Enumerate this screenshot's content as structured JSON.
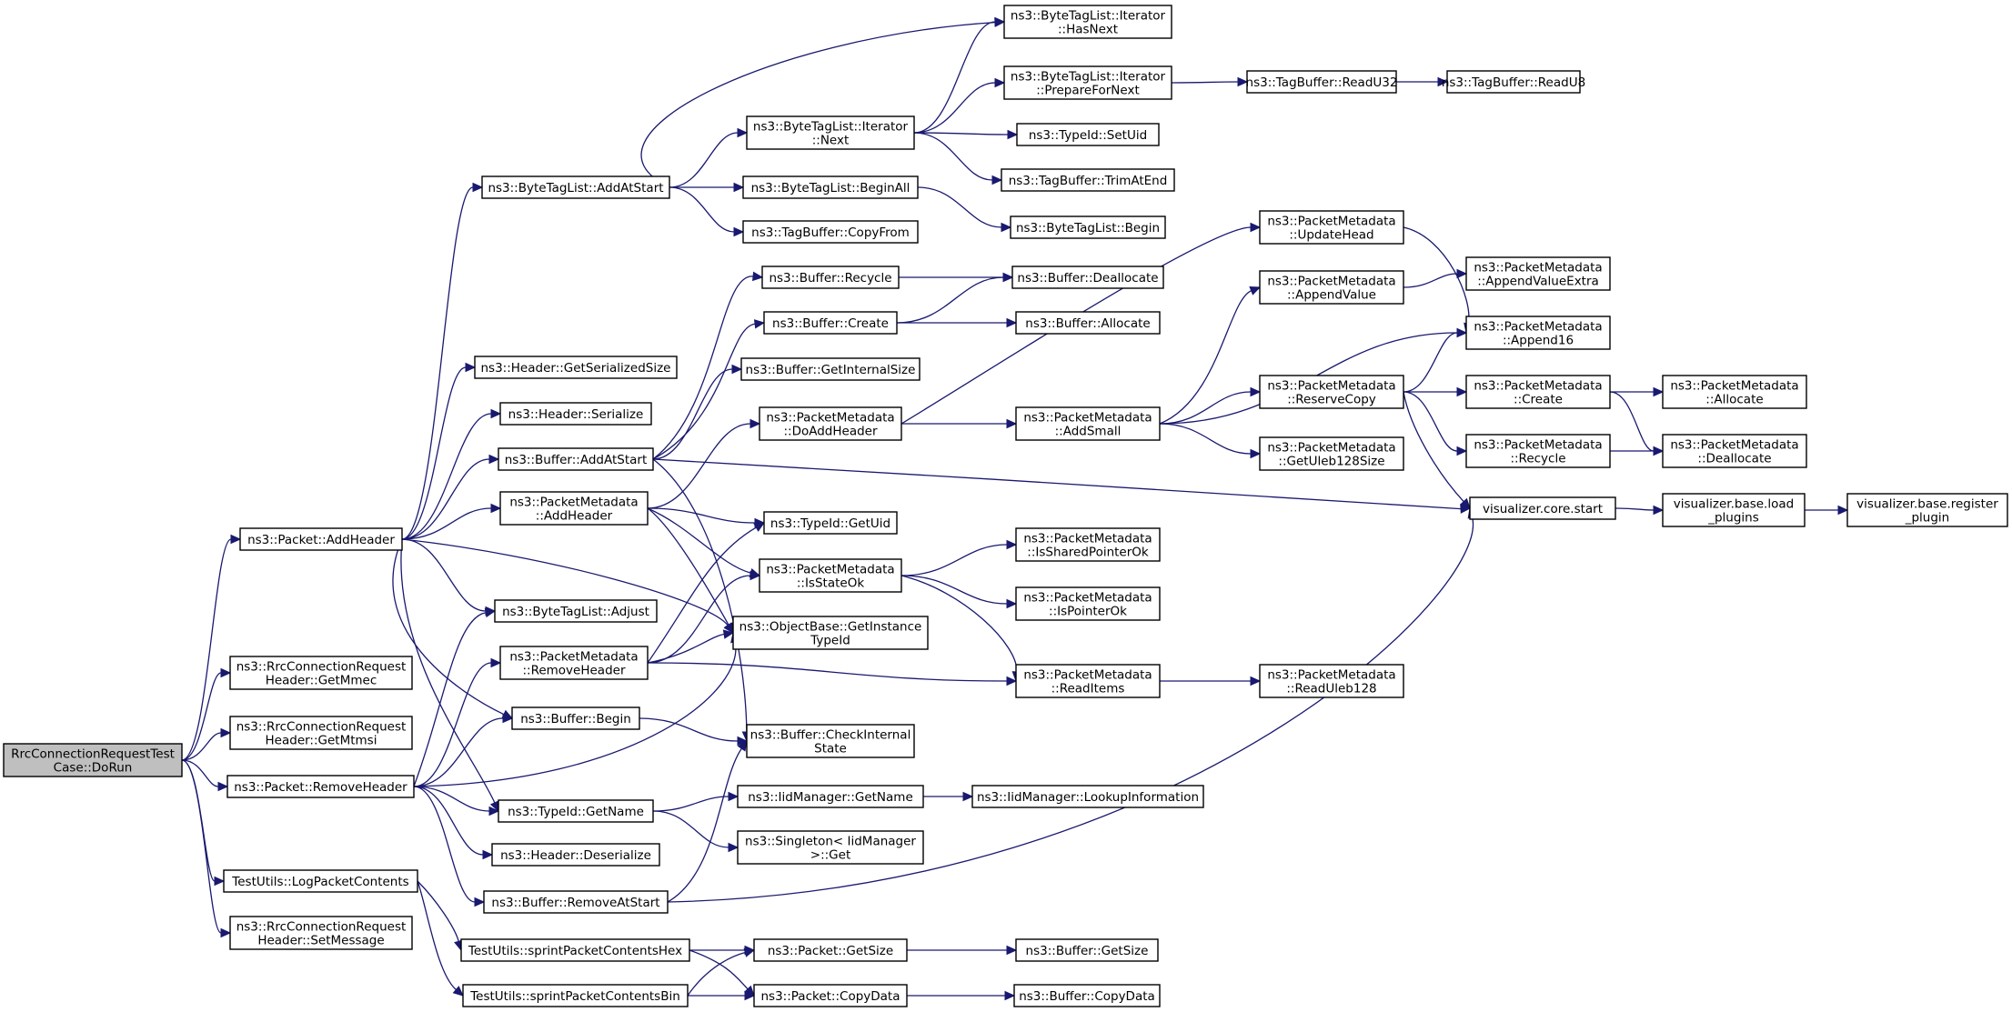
{
  "diagram": {
    "type": "call-graph",
    "colors": {
      "edge": "#191970",
      "root_fill": "#bfbfbf",
      "node_fill": "#ffffff",
      "node_border": "#000000"
    },
    "nodes": [
      {
        "id": "root",
        "lines": [
          "RrcConnectionRequestTest",
          "Case::DoRun"
        ],
        "root": true
      },
      {
        "id": "pkt_addheader",
        "lines": [
          "ns3::Packet::AddHeader"
        ]
      },
      {
        "id": "getmmec",
        "lines": [
          "ns3::RrcConnectionRequest",
          "Header::GetMmec"
        ]
      },
      {
        "id": "getmtmsi",
        "lines": [
          "ns3::RrcConnectionRequest",
          "Header::GetMtmsi"
        ]
      },
      {
        "id": "pkt_removeheader",
        "lines": [
          "ns3::Packet::RemoveHeader"
        ]
      },
      {
        "id": "logpkt",
        "lines": [
          "TestUtils::LogPacketContents"
        ]
      },
      {
        "id": "setmessage",
        "lines": [
          "ns3::RrcConnectionRequest",
          "Header::SetMessage"
        ]
      },
      {
        "id": "btl_addatstart",
        "lines": [
          "ns3::ByteTagList::AddAtStart"
        ]
      },
      {
        "id": "hdr_getsersize",
        "lines": [
          "ns3::Header::GetSerializedSize"
        ]
      },
      {
        "id": "hdr_serialize",
        "lines": [
          "ns3::Header::Serialize"
        ]
      },
      {
        "id": "buf_addatstart",
        "lines": [
          "ns3::Buffer::AddAtStart"
        ]
      },
      {
        "id": "pm_addheader",
        "lines": [
          "ns3::PacketMetadata",
          "::AddHeader"
        ]
      },
      {
        "id": "btl_adjust",
        "lines": [
          "ns3::ByteTagList::Adjust"
        ]
      },
      {
        "id": "pm_removeheader",
        "lines": [
          "ns3::PacketMetadata",
          "::RemoveHeader"
        ]
      },
      {
        "id": "buf_begin",
        "lines": [
          "ns3::Buffer::Begin"
        ]
      },
      {
        "id": "typeid_getname",
        "lines": [
          "ns3::TypeId::GetName"
        ]
      },
      {
        "id": "hdr_deserialize",
        "lines": [
          "ns3::Header::Deserialize"
        ]
      },
      {
        "id": "buf_removeatstart",
        "lines": [
          "ns3::Buffer::RemoveAtStart"
        ]
      },
      {
        "id": "sprint_hex",
        "lines": [
          "TestUtils::sprintPacketContentsHex"
        ]
      },
      {
        "id": "sprint_bin",
        "lines": [
          "TestUtils::sprintPacketContentsBin"
        ]
      },
      {
        "id": "btli_next",
        "lines": [
          "ns3::ByteTagList::Iterator",
          "::Next"
        ]
      },
      {
        "id": "btl_beginall",
        "lines": [
          "ns3::ByteTagList::BeginAll"
        ]
      },
      {
        "id": "tb_copyfrom",
        "lines": [
          "ns3::TagBuffer::CopyFrom"
        ]
      },
      {
        "id": "buf_recycle",
        "lines": [
          "ns3::Buffer::Recycle"
        ]
      },
      {
        "id": "buf_create",
        "lines": [
          "ns3::Buffer::Create"
        ]
      },
      {
        "id": "buf_getinternalsize",
        "lines": [
          "ns3::Buffer::GetInternalSize"
        ]
      },
      {
        "id": "pm_doaddheader",
        "lines": [
          "ns3::PacketMetadata",
          "::DoAddHeader"
        ]
      },
      {
        "id": "typeid_getuid",
        "lines": [
          "ns3::TypeId::GetUid"
        ]
      },
      {
        "id": "pm_isstateok",
        "lines": [
          "ns3::PacketMetadata",
          "::IsStateOk"
        ]
      },
      {
        "id": "ob_getinstancetypeid",
        "lines": [
          "ns3::ObjectBase::GetInstance",
          "TypeId"
        ]
      },
      {
        "id": "buf_checkinternalstate",
        "lines": [
          "ns3::Buffer::CheckInternal",
          "State"
        ]
      },
      {
        "id": "iid_getname",
        "lines": [
          "ns3::IidManager::GetName"
        ]
      },
      {
        "id": "singleton_get",
        "lines": [
          "ns3::Singleton< IidManager",
          ">::Get"
        ]
      },
      {
        "id": "pkt_getsize",
        "lines": [
          "ns3::Packet::GetSize"
        ]
      },
      {
        "id": "pkt_copydata",
        "lines": [
          "ns3::Packet::CopyData"
        ]
      },
      {
        "id": "btli_hasnext",
        "lines": [
          "ns3::ByteTagList::Iterator",
          "::HasNext"
        ]
      },
      {
        "id": "btli_preparefornext",
        "lines": [
          "ns3::ByteTagList::Iterator",
          "::PrepareForNext"
        ]
      },
      {
        "id": "typeid_setuid",
        "lines": [
          "ns3::TypeId::SetUid"
        ]
      },
      {
        "id": "tb_trimatend",
        "lines": [
          "ns3::TagBuffer::TrimAtEnd"
        ]
      },
      {
        "id": "btl_begin",
        "lines": [
          "ns3::ByteTagList::Begin"
        ]
      },
      {
        "id": "buf_deallocate",
        "lines": [
          "ns3::Buffer::Deallocate"
        ]
      },
      {
        "id": "buf_allocate",
        "lines": [
          "ns3::Buffer::Allocate"
        ]
      },
      {
        "id": "pm_addsmall",
        "lines": [
          "ns3::PacketMetadata",
          "::AddSmall"
        ]
      },
      {
        "id": "pm_issharedpointerok",
        "lines": [
          "ns3::PacketMetadata",
          "::IsSharedPointerOk"
        ]
      },
      {
        "id": "pm_ispointerok",
        "lines": [
          "ns3::PacketMetadata",
          "::IsPointerOk"
        ]
      },
      {
        "id": "pm_readitems",
        "lines": [
          "ns3::PacketMetadata",
          "::ReadItems"
        ]
      },
      {
        "id": "iid_lookupinformation",
        "lines": [
          "ns3::IidManager::LookupInformation"
        ]
      },
      {
        "id": "buf_getsize",
        "lines": [
          "ns3::Buffer::GetSize"
        ]
      },
      {
        "id": "buf_copydata",
        "lines": [
          "ns3::Buffer::CopyData"
        ]
      },
      {
        "id": "tb_readu32",
        "lines": [
          "ns3::TagBuffer::ReadU32"
        ]
      },
      {
        "id": "tb_readu8",
        "lines": [
          "ns3::TagBuffer::ReadU8"
        ]
      },
      {
        "id": "pm_updatehead",
        "lines": [
          "ns3::PacketMetadata",
          "::UpdateHead"
        ]
      },
      {
        "id": "pm_appendvalue",
        "lines": [
          "ns3::PacketMetadata",
          "::AppendValue"
        ]
      },
      {
        "id": "pm_reservecopy",
        "lines": [
          "ns3::PacketMetadata",
          "::ReserveCopy"
        ]
      },
      {
        "id": "pm_getuleb128size",
        "lines": [
          "ns3::PacketMetadata",
          "::GetUleb128Size"
        ]
      },
      {
        "id": "pm_recycle",
        "lines": [
          "ns3::PacketMetadata",
          "::Recycle"
        ]
      },
      {
        "id": "vis_core_start",
        "lines": [
          "visualizer.core.start"
        ]
      },
      {
        "id": "pm_readuleb128",
        "lines": [
          "ns3::PacketMetadata",
          "::ReadUleb128"
        ]
      },
      {
        "id": "pm_appendvalueextra",
        "lines": [
          "ns3::PacketMetadata",
          "::AppendValueExtra"
        ]
      },
      {
        "id": "pm_append16",
        "lines": [
          "ns3::PacketMetadata",
          "::Append16"
        ]
      },
      {
        "id": "pm_create",
        "lines": [
          "ns3::PacketMetadata",
          "::Create"
        ]
      },
      {
        "id": "pm_allocate",
        "lines": [
          "ns3::PacketMetadata",
          "::Allocate"
        ]
      },
      {
        "id": "pm_deallocate",
        "lines": [
          "ns3::PacketMetadata",
          "::Deallocate"
        ]
      },
      {
        "id": "vis_base_loadplugins",
        "lines": [
          "visualizer.base.load",
          "_plugins"
        ]
      },
      {
        "id": "vis_base_registerplugin",
        "lines": [
          "visualizer.base.register",
          "_plugin"
        ]
      }
    ],
    "edges": [
      [
        "root",
        "pkt_addheader"
      ],
      [
        "root",
        "getmmec"
      ],
      [
        "root",
        "getmtmsi"
      ],
      [
        "root",
        "pkt_removeheader"
      ],
      [
        "root",
        "logpkt"
      ],
      [
        "root",
        "setmessage"
      ],
      [
        "pkt_addheader",
        "btl_addatstart"
      ],
      [
        "pkt_addheader",
        "hdr_getsersize"
      ],
      [
        "pkt_addheader",
        "hdr_serialize"
      ],
      [
        "pkt_addheader",
        "buf_addatstart"
      ],
      [
        "pkt_addheader",
        "pm_addheader"
      ],
      [
        "pkt_addheader",
        "btl_adjust"
      ],
      [
        "pkt_addheader",
        "ob_getinstancetypeid"
      ],
      [
        "pkt_addheader",
        "buf_begin"
      ],
      [
        "pkt_addheader",
        "typeid_getname"
      ],
      [
        "pkt_removeheader",
        "btl_adjust"
      ],
      [
        "pkt_removeheader",
        "pm_removeheader"
      ],
      [
        "pkt_removeheader",
        "buf_begin"
      ],
      [
        "pkt_removeheader",
        "ob_getinstancetypeid"
      ],
      [
        "pkt_removeheader",
        "typeid_getname"
      ],
      [
        "pkt_removeheader",
        "hdr_deserialize"
      ],
      [
        "pkt_removeheader",
        "buf_removeatstart"
      ],
      [
        "logpkt",
        "sprint_hex"
      ],
      [
        "logpkt",
        "sprint_bin"
      ],
      [
        "btl_addatstart",
        "btli_hasnext"
      ],
      [
        "btl_addatstart",
        "btli_next"
      ],
      [
        "btl_addatstart",
        "btl_beginall"
      ],
      [
        "btl_addatstart",
        "tb_copyfrom"
      ],
      [
        "btli_next",
        "btli_hasnext"
      ],
      [
        "btli_next",
        "btli_preparefornext"
      ],
      [
        "btli_next",
        "typeid_setuid"
      ],
      [
        "btli_next",
        "tb_trimatend"
      ],
      [
        "btli_preparefornext",
        "tb_readu32"
      ],
      [
        "tb_readu32",
        "tb_readu8"
      ],
      [
        "btl_beginall",
        "btl_begin"
      ],
      [
        "buf_addatstart",
        "buf_recycle"
      ],
      [
        "buf_addatstart",
        "buf_create"
      ],
      [
        "buf_addatstart",
        "buf_getinternalsize"
      ],
      [
        "buf_addatstart",
        "buf_checkinternalstate"
      ],
      [
        "buf_addatstart",
        "vis_core_start"
      ],
      [
        "buf_recycle",
        "buf_deallocate"
      ],
      [
        "buf_create",
        "buf_deallocate"
      ],
      [
        "buf_create",
        "buf_allocate"
      ],
      [
        "pm_addheader",
        "pm_doaddheader"
      ],
      [
        "pm_addheader",
        "typeid_getuid"
      ],
      [
        "pm_addheader",
        "pm_isstateok"
      ],
      [
        "pm_addheader",
        "ob_getinstancetypeid"
      ],
      [
        "pm_doaddheader",
        "pm_updatehead"
      ],
      [
        "pm_doaddheader",
        "pm_addsmall"
      ],
      [
        "pm_addsmall",
        "pm_appendvalue"
      ],
      [
        "pm_addsmall",
        "pm_append16"
      ],
      [
        "pm_addsmall",
        "pm_reservecopy"
      ],
      [
        "pm_addsmall",
        "pm_getuleb128size"
      ],
      [
        "pm_updatehead",
        "pm_append16"
      ],
      [
        "pm_appendvalue",
        "pm_appendvalueextra"
      ],
      [
        "pm_reservecopy",
        "pm_append16"
      ],
      [
        "pm_reservecopy",
        "pm_create"
      ],
      [
        "pm_reservecopy",
        "pm_recycle"
      ],
      [
        "pm_reservecopy",
        "vis_core_start"
      ],
      [
        "pm_create",
        "pm_allocate"
      ],
      [
        "pm_create",
        "pm_deallocate"
      ],
      [
        "pm_recycle",
        "pm_deallocate"
      ],
      [
        "vis_core_start",
        "vis_base_loadplugins"
      ],
      [
        "vis_base_loadplugins",
        "vis_base_registerplugin"
      ],
      [
        "pm_isstateok",
        "pm_issharedpointerok"
      ],
      [
        "pm_isstateok",
        "pm_ispointerok"
      ],
      [
        "pm_isstateok",
        "pm_readitems"
      ],
      [
        "pm_readitems",
        "pm_readuleb128"
      ],
      [
        "pm_removeheader",
        "typeid_getuid"
      ],
      [
        "pm_removeheader",
        "pm_isstateok"
      ],
      [
        "pm_removeheader",
        "ob_getinstancetypeid"
      ],
      [
        "pm_removeheader",
        "pm_readitems"
      ],
      [
        "buf_begin",
        "buf_checkinternalstate"
      ],
      [
        "typeid_getname",
        "iid_getname"
      ],
      [
        "typeid_getname",
        "singleton_get"
      ],
      [
        "iid_getname",
        "iid_lookupinformation"
      ],
      [
        "buf_removeatstart",
        "buf_checkinternalstate"
      ],
      [
        "buf_removeatstart",
        "vis_core_start"
      ],
      [
        "sprint_hex",
        "pkt_getsize"
      ],
      [
        "sprint_hex",
        "pkt_copydata"
      ],
      [
        "sprint_bin",
        "pkt_getsize"
      ],
      [
        "sprint_bin",
        "pkt_copydata"
      ],
      [
        "pkt_getsize",
        "buf_getsize"
      ],
      [
        "pkt_copydata",
        "buf_copydata"
      ]
    ]
  }
}
